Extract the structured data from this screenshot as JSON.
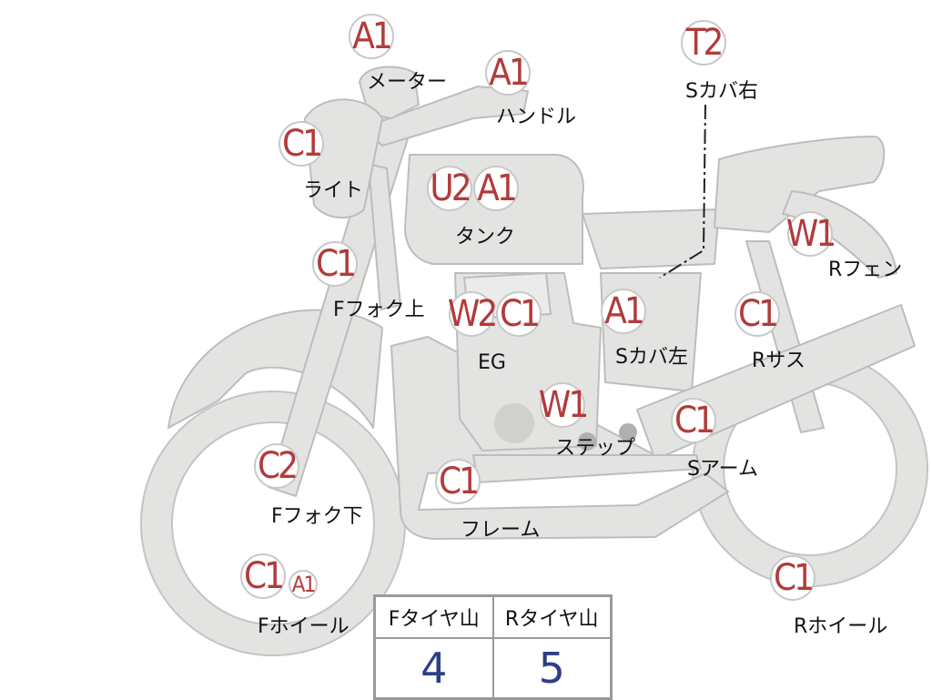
{
  "parts": [
    {
      "id": "meter",
      "label": "メーター",
      "grades": [
        "A1"
      ]
    },
    {
      "id": "handle",
      "label": "ハンドル",
      "grades": [
        "A1"
      ]
    },
    {
      "id": "side-cover-right",
      "label": "Sカバ右",
      "grades": [
        "T2"
      ]
    },
    {
      "id": "light",
      "label": "ライト",
      "grades": [
        "C1"
      ]
    },
    {
      "id": "tank",
      "label": "タンク",
      "grades": [
        "U2",
        "A1"
      ]
    },
    {
      "id": "front-fork-upper",
      "label": "Fフォク上",
      "grades": [
        "C1"
      ]
    },
    {
      "id": "rear-fender",
      "label": "Rフェン",
      "grades": [
        "W1"
      ]
    },
    {
      "id": "engine",
      "label": "EG",
      "grades": [
        "W2",
        "C1"
      ]
    },
    {
      "id": "side-cover-left",
      "label": "Sカバ左",
      "grades": [
        "A1"
      ]
    },
    {
      "id": "rear-suspension",
      "label": "Rサス",
      "grades": [
        "C1"
      ]
    },
    {
      "id": "step",
      "label": "ステップ",
      "grades": [
        "W1"
      ]
    },
    {
      "id": "swing-arm",
      "label": "Sアーム",
      "grades": [
        "C1"
      ]
    },
    {
      "id": "front-fork-lower",
      "label": "Fフォク下",
      "grades": [
        "C2"
      ]
    },
    {
      "id": "frame",
      "label": "フレーム",
      "grades": [
        "C1"
      ]
    },
    {
      "id": "front-wheel",
      "label": "Fホイール",
      "grades": [
        "C1",
        "A1"
      ]
    },
    {
      "id": "rear-wheel",
      "label": "Rホイール",
      "grades": [
        "C1"
      ]
    }
  ],
  "tire_tread": {
    "headers": [
      "Fタイヤ山",
      "Rタイヤ山"
    ],
    "values": [
      "4",
      "5"
    ]
  },
  "colors": {
    "grade_text": "#b23b3b",
    "tread_value": "#2c3f86",
    "bike_fill": "#e3e3e1",
    "bike_stroke": "#bdbdbd"
  }
}
